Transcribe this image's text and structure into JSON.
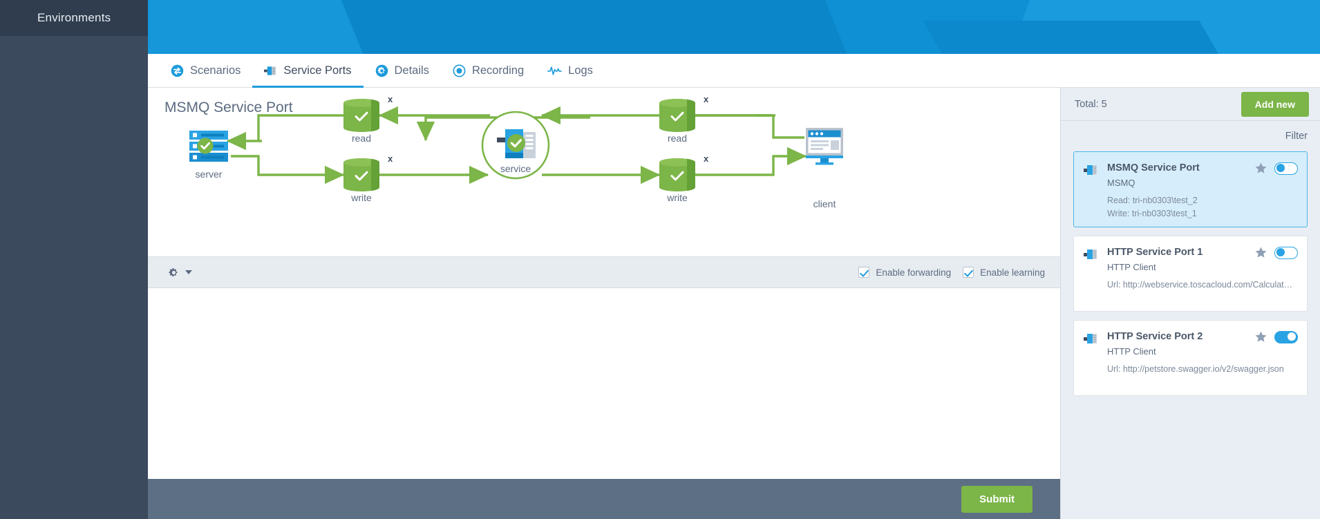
{
  "rail": {
    "icon": "monitor-icon",
    "label": "Environments"
  },
  "tabs": [
    {
      "label": "Scenarios",
      "icon": "exchange-arrows-icon",
      "active": false
    },
    {
      "label": "Service Ports",
      "icon": "service-port-icon",
      "active": true
    },
    {
      "label": "Details",
      "icon": "gear-icon",
      "active": false
    },
    {
      "label": "Recording",
      "icon": "record-dot-icon",
      "active": false
    },
    {
      "label": "Logs",
      "icon": "pulse-wave-icon",
      "active": false
    }
  ],
  "diagram": {
    "title": "MSMQ Service Port",
    "nodes": {
      "server": {
        "label": "server",
        "icon": "server-stack-icon",
        "badge": "check"
      },
      "read_left": {
        "label": "read",
        "badge_x": "x",
        "icon": "queue-cylinder-icon",
        "badge": "check"
      },
      "write_left": {
        "label": "write",
        "badge_x": "x",
        "icon": "queue-cylinder-icon",
        "badge": "check"
      },
      "service": {
        "label": "service",
        "icon": "service-icon",
        "badge": "check"
      },
      "read_right": {
        "label": "read",
        "badge_x": "x",
        "icon": "queue-cylinder-icon",
        "badge": "check"
      },
      "write_right": {
        "label": "write",
        "badge_x": "x",
        "icon": "queue-cylinder-icon",
        "badge": "check"
      },
      "client": {
        "label": "client",
        "icon": "monitor-window-icon"
      }
    },
    "flow_color": "#7cb548"
  },
  "options": {
    "settings_icon": "gear-icon",
    "settings_caret": "chevron-down-icon",
    "enable_forwarding": {
      "label": "Enable forwarding",
      "checked": true
    },
    "enable_learning": {
      "label": "Enable learning",
      "checked": true
    }
  },
  "footer": {
    "submit_label": "Submit"
  },
  "panel": {
    "total_label": "Total: 5",
    "add_new_label": "Add new",
    "filter_label": "Filter",
    "items": [
      {
        "title": "MSMQ Service Port",
        "subtitle": "MSMQ",
        "meta1": "Read: tri-nb0303\\test_2",
        "meta2": "Write: tri-nb0303\\test_1",
        "selected": true,
        "enabled": false,
        "starred": false
      },
      {
        "title": "HTTP Service Port 1",
        "subtitle": "HTTP Client",
        "meta1": "Url: http://webservice.toscacloud.com/Calculat…",
        "meta2": "",
        "selected": false,
        "enabled": false,
        "starred": false
      },
      {
        "title": "HTTP Service Port 2",
        "subtitle": "HTTP Client",
        "meta1": "Url: http://petstore.swagger.io/v2/swagger.json",
        "meta2": "",
        "selected": false,
        "enabled": true,
        "starred": false
      }
    ]
  },
  "colors": {
    "accent_blue": "#1d9bdc",
    "green": "#7cb548",
    "rail_dark": "#3b4a5d",
    "footer": "#5d6f84",
    "panel_bg": "#e9eef4",
    "selected_card": "#d6eefb"
  }
}
